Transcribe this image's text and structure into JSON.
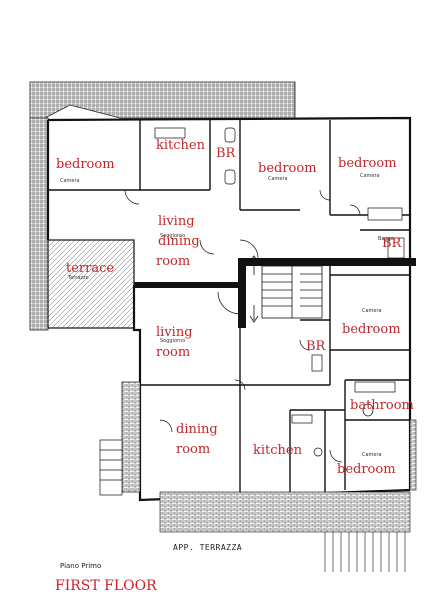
{
  "title": "FIRST FLOOR",
  "floor_caption": "Piano Primo",
  "stamp": "APP. TERRAZZA",
  "colors": {
    "label": "#c0282c",
    "title": "#d02028",
    "wall": "#111111",
    "hatch": "#666666"
  },
  "rooms": {
    "bedroom_nw": "bedroom",
    "kitchen_n": "kitchen",
    "br_n": "BR",
    "bedroom_n": "bedroom",
    "bedroom_ne": "bedroom",
    "living_dining_1": "living",
    "living_dining_2": "dining",
    "living_dining_3": "room",
    "br_e": "BR",
    "terrace": "terrace",
    "living_1": "living",
    "living_2": "room",
    "br_c": "BR",
    "bedroom_e": "bedroom",
    "bathroom": "bathroom",
    "dining_1": "dining",
    "dining_2": "room",
    "kitchen_s": "kitchen",
    "bedroom_se": "bedroom"
  },
  "plan_notes": {
    "camera_1": "Camera",
    "camera_2": "Camera",
    "camera_3": "Camera",
    "camera_4": "Camera",
    "camera_5": "Camera",
    "soggiorno_1": "Soggiorno",
    "soggiorno_2": "Soggiorno",
    "terrazzo": "Terrazzo",
    "bagno": "Bagno"
  }
}
